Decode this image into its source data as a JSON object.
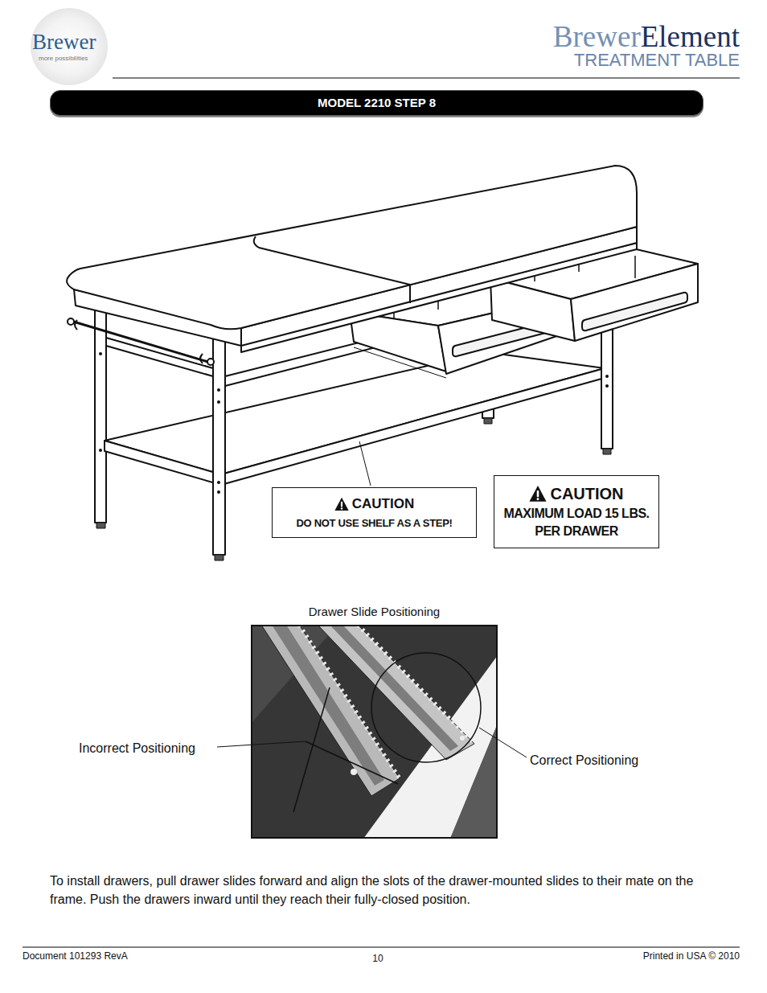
{
  "diagram": {
    "nodes": [
      {
        "text": [
          "MODEL 2210 STEP 8"
        ]
      },
      {
        "text": [
          "CAUTION",
          "DO NOT USE SHELF AS A STEP!"
        ]
      },
      {
        "text": [
          "CAUTION",
          "MAXIMUM LOAD 15 LBS. PER DRAWER"
        ]
      },
      {
        "text": [
          "Drawer Slide Positioning"
        ]
      }
    ],
    "labels": [
      "Brewer",
      "more possibilities",
      "Brewer",
      "Element",
      "TREATMENT TABLE",
      "Incorrect Positioning",
      "Correct Positioning",
      "To install drawers, pull drawer slides forward and align the slots of the drawer-mounted slides to their mate on the frame.  Push the drawers inward until they reach their fully-closed position.",
      "Document 101293 RevA",
      "10",
      "Printed in USA © 2010"
    ]
  }
}
